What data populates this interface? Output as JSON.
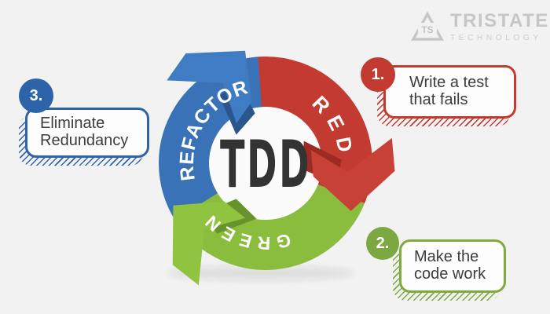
{
  "background_color": "#f2f2f2",
  "logo": {
    "brand": "TRISTATE",
    "sub": "TECHNOLOGY",
    "monogram": "TS",
    "color": "#c6c6c6"
  },
  "diagram": {
    "center_label": "TDD",
    "cycle_order": [
      "RED",
      "GREEN",
      "REFACTOR"
    ],
    "segments": [
      {
        "label": "RED",
        "color": "#c23a30",
        "dark_color": "#9c2b24"
      },
      {
        "label": "GREEN",
        "color": "#8abc3e",
        "dark_color": "#67942a"
      },
      {
        "label": "REFACTOR",
        "color": "#3a72b8",
        "dark_color": "#2a568c"
      }
    ]
  },
  "callouts": [
    {
      "number": "1.",
      "line1": "Write a test",
      "line2": "that fails",
      "color": "#c23a30"
    },
    {
      "number": "2.",
      "line1": "Make the",
      "line2": "code work",
      "color": "#7ba840"
    },
    {
      "number": "3.",
      "line1": "Eliminate",
      "line2": "Redundancy",
      "color": "#2d63a8"
    }
  ],
  "colors": {
    "text": "#3c3c3c",
    "center_text": "#333333",
    "box_background": "#fdfdfd"
  }
}
